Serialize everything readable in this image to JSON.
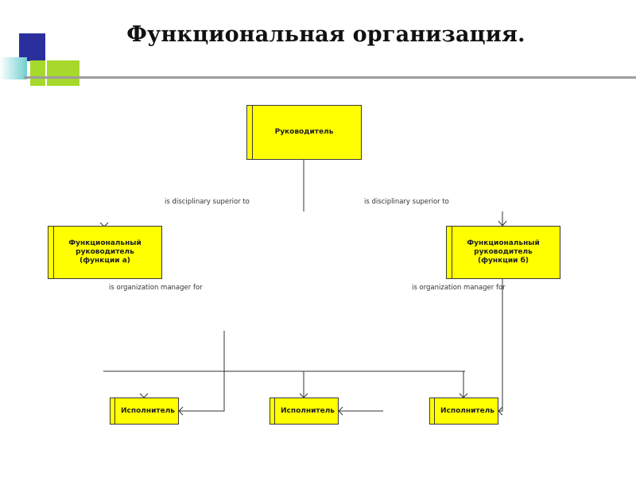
{
  "title": "Функциональная организация.",
  "colors": {
    "box_fill": "#ffff00",
    "deco_blue": "#2b2f9e",
    "deco_green": "#a6d92b",
    "deco_teal": "#6fcfcf",
    "rule": "#9e9e9e"
  },
  "nodes": {
    "head": "Руководитель",
    "func_a": "Функциональный\nруководитель\n(функции а)",
    "func_b": "Функциональный\nруководитель\n(функции б)",
    "worker_1": "Исполнитель",
    "worker_2": "Исполнитель",
    "worker_3": "Исполнитель"
  },
  "relations": {
    "disciplinary_left": "is disciplinary superior to",
    "disciplinary_right": "is disciplinary superior to",
    "org_manager_left": "is organization manager for",
    "org_manager_right": "is organization manager for"
  }
}
